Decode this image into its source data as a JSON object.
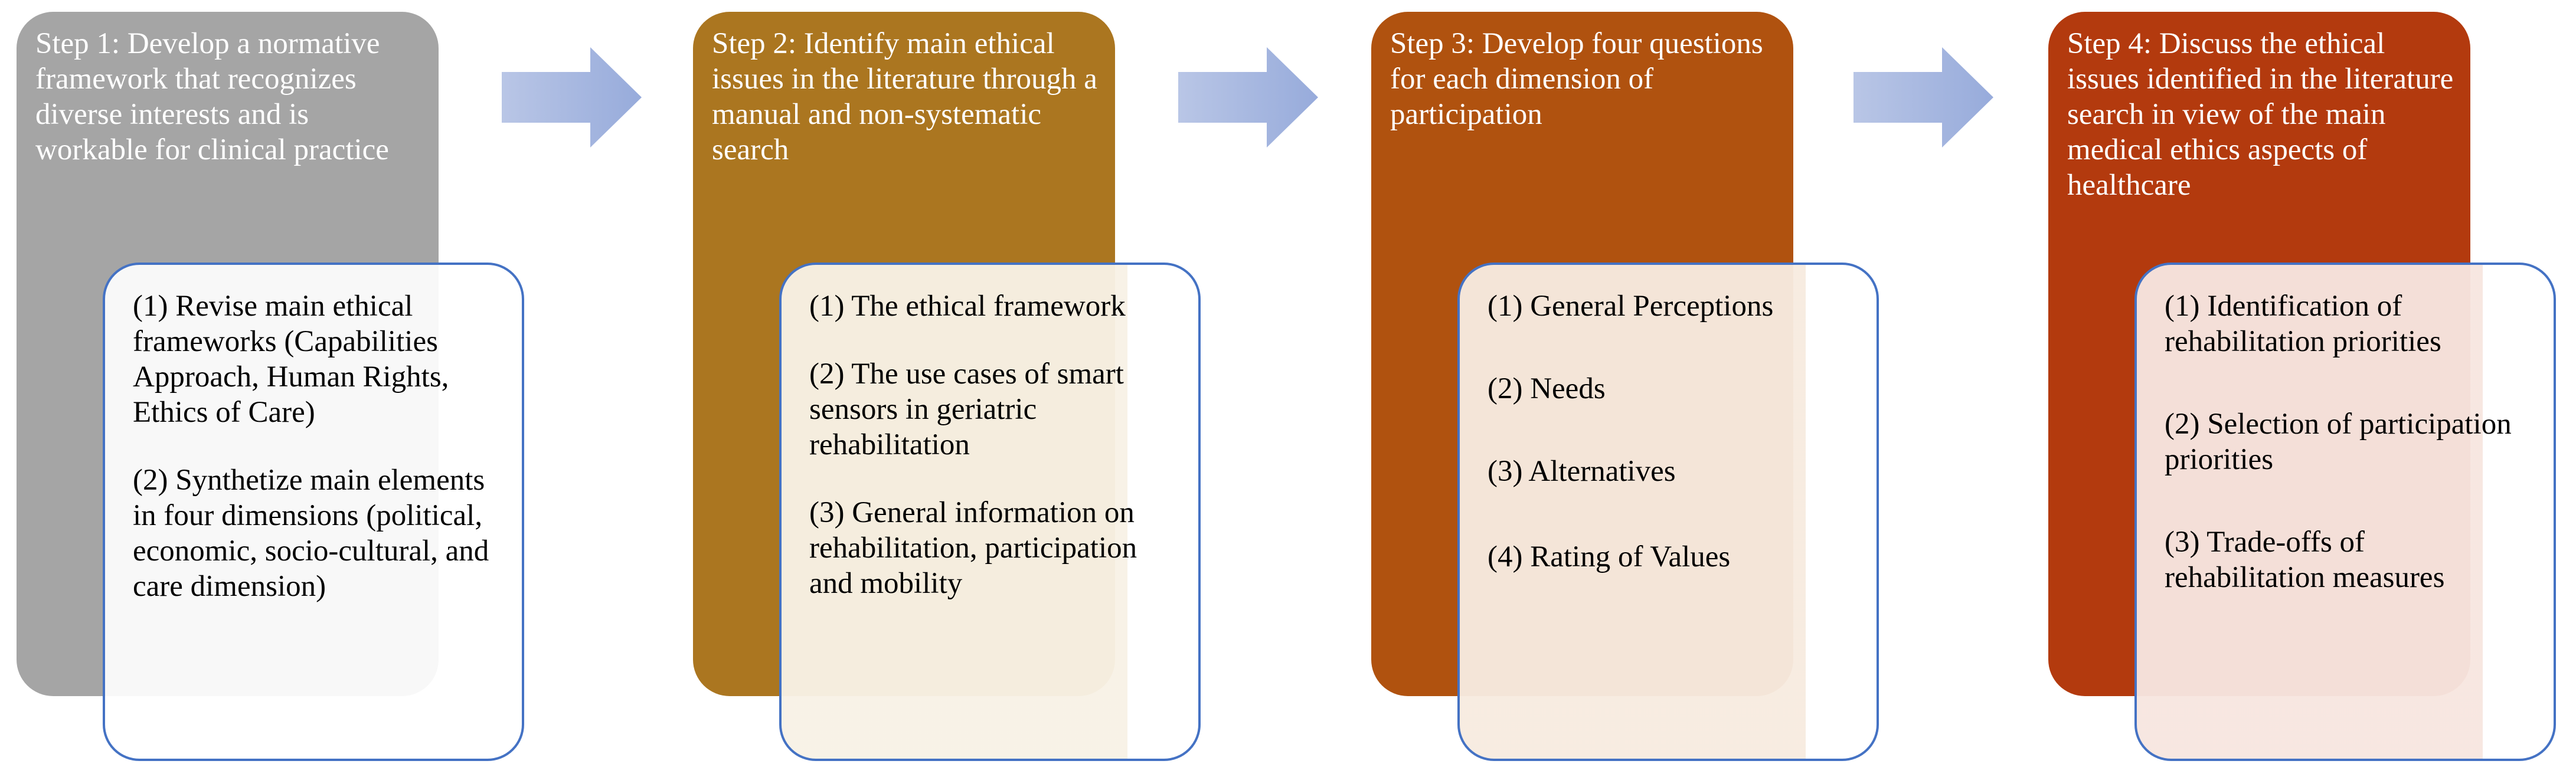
{
  "colors": {
    "step_1": "#a5a5a5",
    "step_2": "#ab7620",
    "step_3": "#b0520f",
    "step_4": "#b33a0e",
    "detail_border": "#4472c4",
    "arrow": "#a9b9e0"
  },
  "steps": [
    {
      "title": "Step 1: Develop a normative framework that recognizes diverse interests and is workable for clinical practice",
      "items": [
        "(1) Revise main ethical frameworks (Capabilities Approach, Human Rights, Ethics of Care)",
        "(2) Synthetize main elements in four dimensions (political, economic, socio-cultural, and care dimension)"
      ]
    },
    {
      "title": "Step 2: Identify main ethical issues in the literature through a manual and non-systematic search",
      "items": [
        "(1) The ethical framework",
        "(2) The use cases of smart sensors in geriatric rehabilitation",
        "(3) General information on rehabilitation, participation and mobility"
      ]
    },
    {
      "title": "Step 3: Develop four questions for each dimension of participation",
      "items": [
        "(1) General Perceptions",
        "(2) Needs",
        "(3) Alternatives",
        "(4) Rating of Values"
      ]
    },
    {
      "title": "Step 4: Discuss the ethical issues identified in the literature search in view of the main medical ethics aspects of healthcare",
      "items": [
        "(1) Identification of rehabilitation priorities",
        "(2) Selection of participation priorities",
        "(3) Trade-offs of rehabilitation measures"
      ]
    }
  ],
  "arrows": [
    {
      "icon": "right-arrow-icon"
    },
    {
      "icon": "right-arrow-icon"
    },
    {
      "icon": "right-arrow-icon"
    }
  ]
}
